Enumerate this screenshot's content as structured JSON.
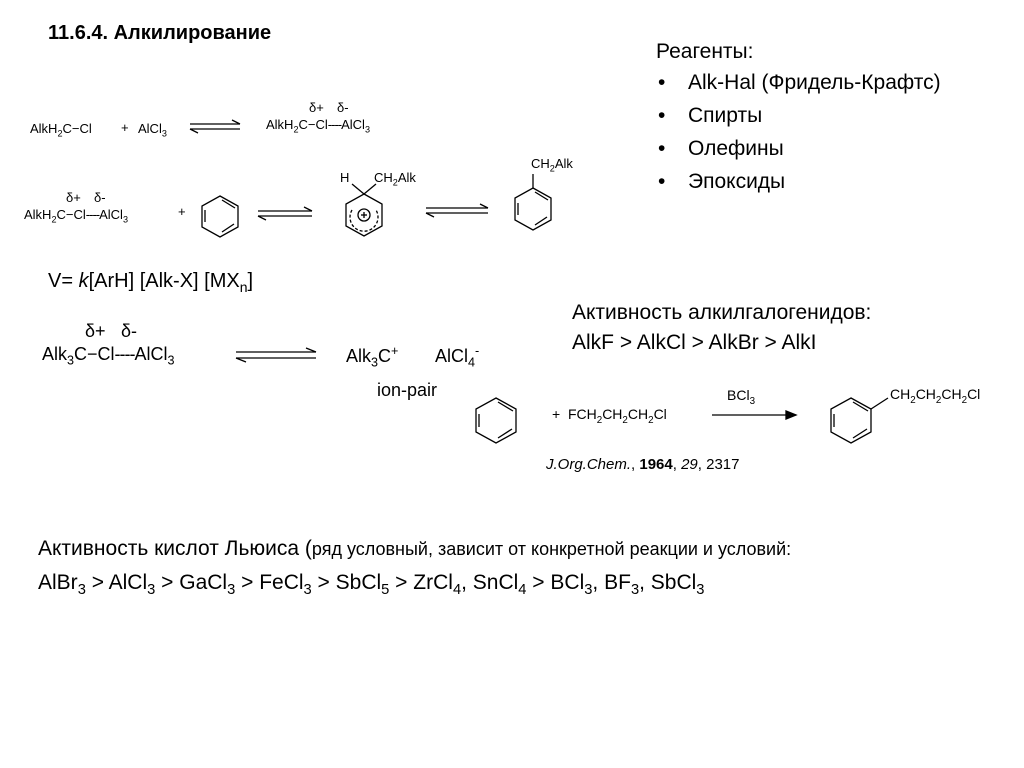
{
  "title": "11.6.4. Алкилирование",
  "reagents": {
    "heading": "Реагенты:",
    "items": [
      "Alk-Hal (Фридель-Крафтс)",
      "Спирты",
      "Олефины",
      "Эпоксиды"
    ]
  },
  "scheme1": {
    "reactant1": "AlkH2C−Cl",
    "plus": "+",
    "reactant2": "AlCl3",
    "delta_plus": "δ+",
    "delta_minus": "δ-",
    "complex": "AlkH2C−Cl----AlCl3"
  },
  "scheme2": {
    "complex": "AlkH2C−Cl----AlCl3",
    "plus": "+",
    "sigma_H": "H",
    "sigma_group": "CH2Alk",
    "charge": "+",
    "product_group": "CH2Alk"
  },
  "rate_law": "V= k[ArH] [Alk-X] [MXn]",
  "scheme3": {
    "complex": "Alk3C−Cl----AlCl3",
    "cation": "Alk3C+",
    "anion": "AlCl4-",
    "ion_pair_label": "ion-pair"
  },
  "halide_activity": {
    "heading": "Активность алкилгалогенидов:",
    "series": "AlkF > AlkCl > AlkBr > AlkI"
  },
  "scheme4": {
    "reagent": "+ FCH2CH2CH2Cl",
    "catalyst": "BCl3",
    "product_group": "CH2CH2CH2Cl"
  },
  "reference": {
    "journal": "J.Org.Chem.",
    "year": "1964",
    "volume": "29",
    "page": "2317"
  },
  "lewis_activity": {
    "heading_main": "Активность кислот Льюиса (",
    "heading_note": "ряд условный, зависит от конкретной реакции и условий:",
    "series": "AlBr3 > AlCl3 > GaCl3 > FeCl3 > SbCl5 > ZrCl4, SnCl4 > BCl3, BF3, SbCl3"
  }
}
